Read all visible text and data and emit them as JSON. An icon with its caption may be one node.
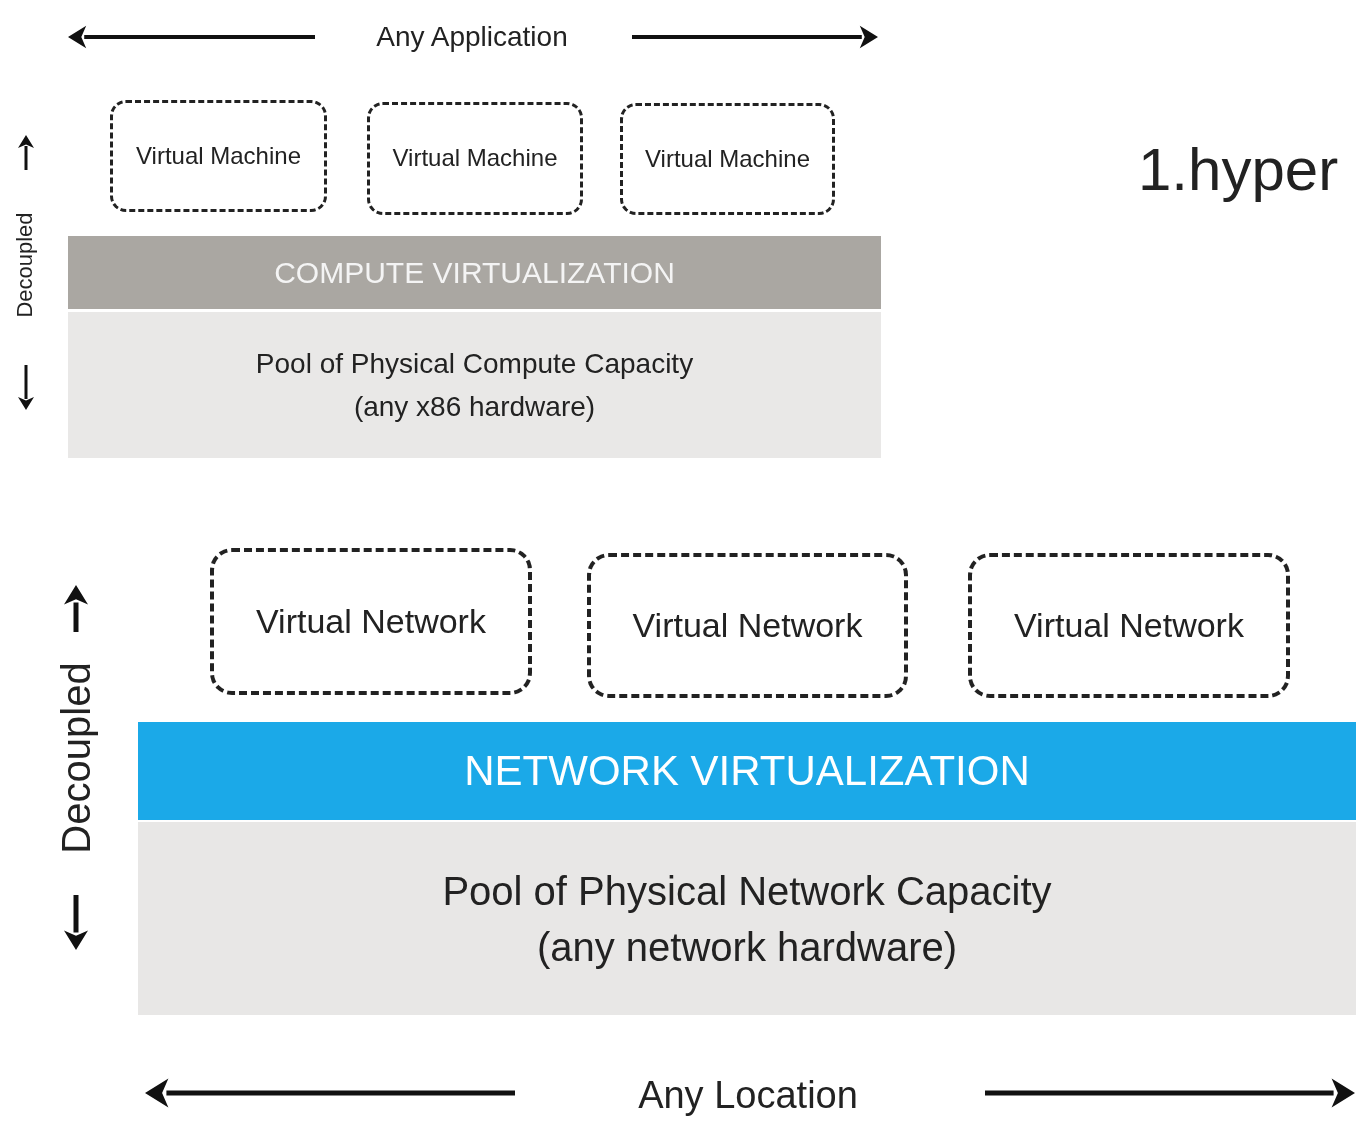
{
  "diagram": {
    "nodes": [
      {
        "text": [
          "Virtual Machine"
        ]
      },
      {
        "text": [
          "Virtual Machine"
        ]
      },
      {
        "text": [
          "Virtual Machine"
        ]
      },
      {
        "text": [
          "COMPUTE VIRTUALIZATION"
        ]
      },
      {
        "text": [
          "Pool of Physical Compute Capacity",
          "(any x86 hardware)"
        ]
      },
      {
        "text": [
          "Virtual Network"
        ]
      },
      {
        "text": [
          "Virtual Network"
        ]
      },
      {
        "text": [
          "Virtual Network"
        ]
      },
      {
        "text": [
          "NETWORK VIRTUALIZATION"
        ]
      },
      {
        "text": [
          "Pool of Physical Network Capacity",
          "(any network hardware)"
        ]
      }
    ],
    "labels": [
      "Any Application",
      "Decoupled",
      "1.hyper",
      "Decoupled",
      "Any Location"
    ]
  }
}
